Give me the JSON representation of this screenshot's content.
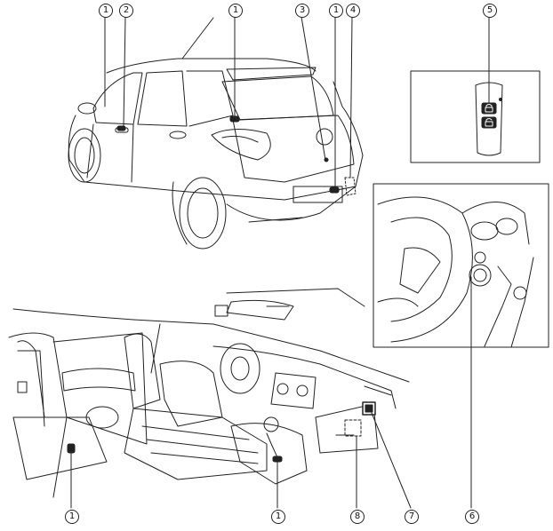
{
  "callouts": {
    "top_a": "1",
    "top_b": "2",
    "top_c": "1",
    "top_d": "3",
    "top_e": "1",
    "top_f": "4",
    "top_g": "5",
    "bottom_a": "1",
    "bottom_b": "1",
    "bottom_c": "8",
    "bottom_d": "7",
    "bottom_e": "6"
  },
  "colors": {
    "line": "#222222",
    "background": "#ffffff"
  },
  "icons": {
    "key_fob": "key-fob-icon",
    "lock_button": "lock-icon",
    "unlock_button": "unlock-icon",
    "antenna_marker": "antenna-marker-icon"
  }
}
